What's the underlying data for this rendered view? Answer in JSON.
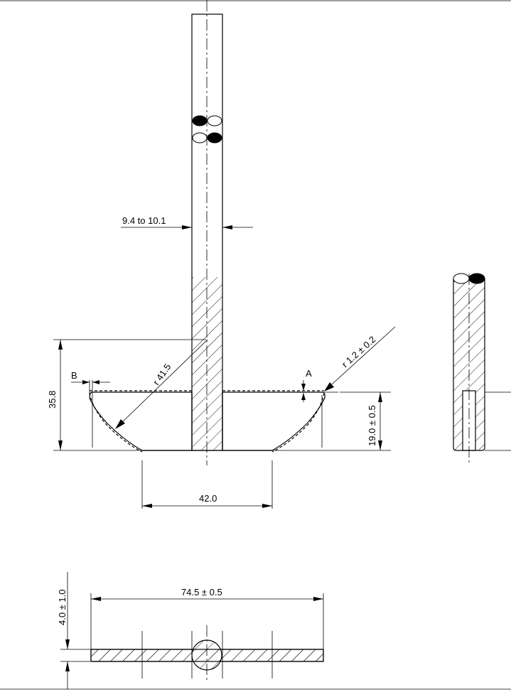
{
  "dimensions": {
    "rod_diameter": "9.4 to 10.1",
    "height_total": "35.8",
    "gap_b": "B",
    "radius_large": "r 41.5",
    "detail_a": "A",
    "radius_small": "r 1.2 ± 0.2",
    "blade_height": "19.0 ± 0.5",
    "width_42": "42.0",
    "blade_thickness": "4.0 ± 1.0",
    "blade_length": "74.5 ± 0.5"
  },
  "colors": {
    "line": "#000000",
    "background": "#ffffff"
  }
}
